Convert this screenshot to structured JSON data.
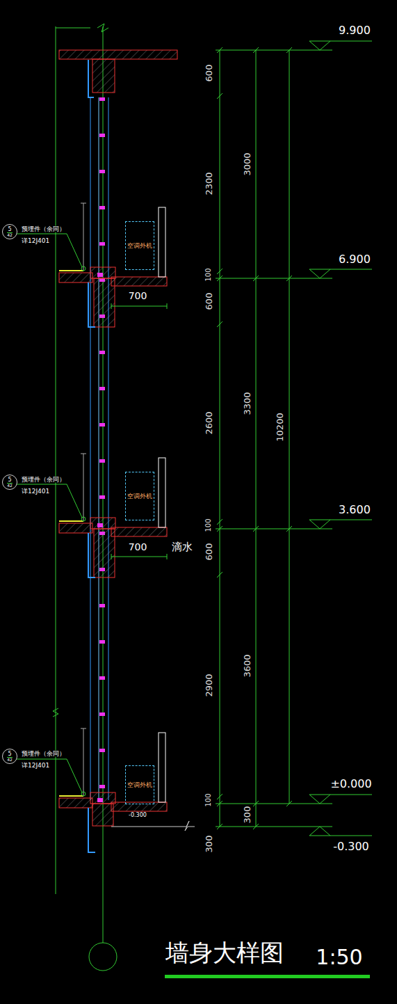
{
  "diagram": {
    "title": "墙身大样图",
    "nodes": [
      {
        "text": [
          "空调外机"
        ]
      },
      {
        "text": [
          "5",
          "42"
        ]
      },
      {
        "text": [
          "空调外机"
        ]
      },
      {
        "text": [
          "5",
          "42"
        ]
      },
      {
        "text": [
          "空调外机"
        ]
      },
      {
        "text": [
          "5",
          "42"
        ]
      }
    ],
    "labels": [
      "9.900",
      "600",
      "2300",
      "3000",
      "预埋件（余同）",
      "详12J401",
      "100",
      "6.900",
      "700",
      "600",
      "2600",
      "3300",
      "10200",
      "预埋件（余同）",
      "详12J401",
      "100",
      "3.600",
      "700",
      "滴水",
      "600",
      "2900",
      "3600",
      "预埋件（余同）",
      "详12J401",
      "-0.300",
      "100",
      "±0.000",
      "300",
      "300",
      "-0.300",
      "1:50"
    ]
  }
}
